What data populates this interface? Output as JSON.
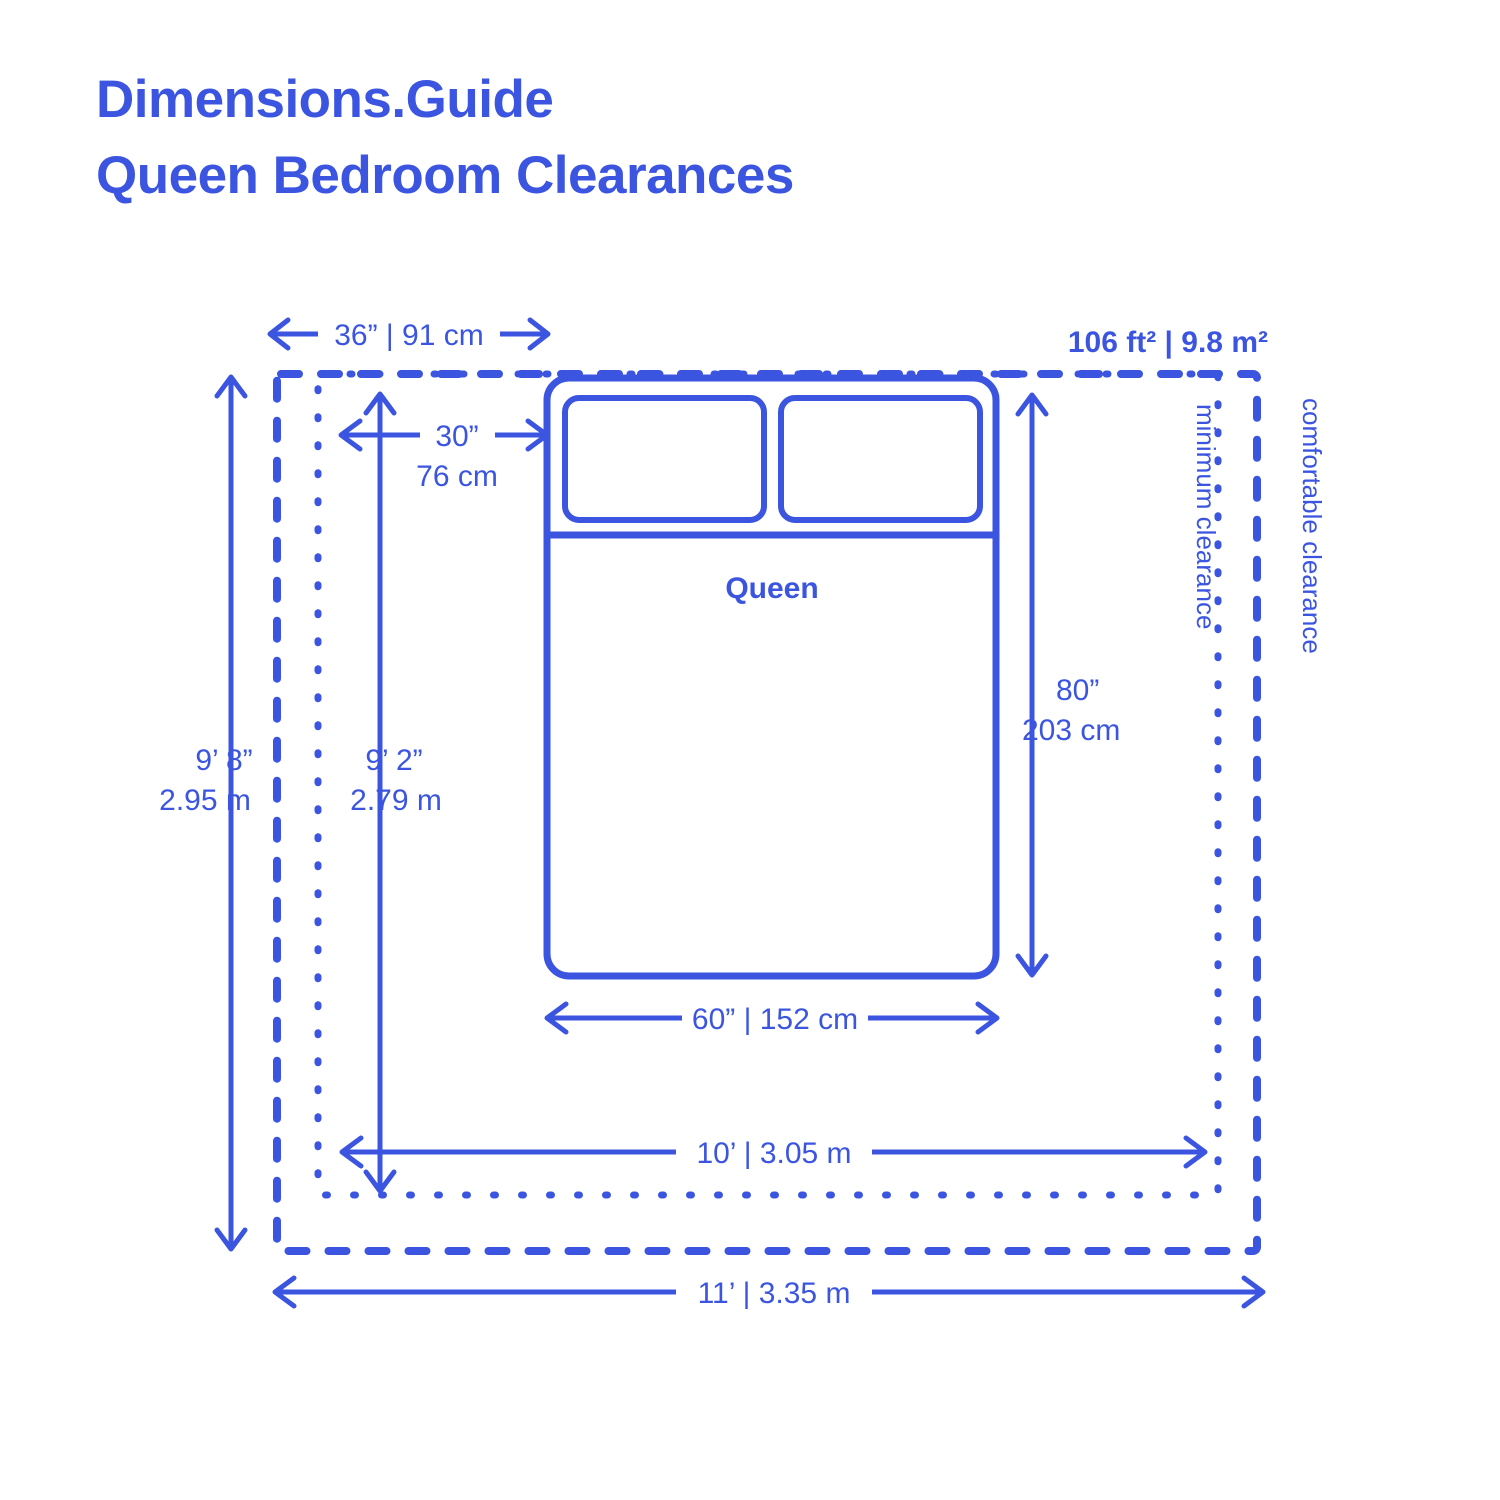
{
  "header": {
    "brand": "Dimensions.Guide",
    "title": "Queen Bedroom Clearances"
  },
  "accent_color": "#3b55e0",
  "background_color": "#ffffff",
  "labels": {
    "area": "106 ft² | 9.8 m²",
    "bed_name": "Queen",
    "top_clearance": "← 36” | 91 cm →",
    "top_clearance_value": "36” | 91 cm",
    "side_clearance_in": "30”",
    "side_clearance_cm": "76 cm",
    "bed_length_in": "80”",
    "bed_length_cm": "203 cm",
    "bed_width": "60” | 152 cm",
    "room_height_outer_ft": "9’ 8”",
    "room_height_outer_m": "2.95 m",
    "room_height_inner_ft": "9’ 2”",
    "room_height_inner_m": "2.79 m",
    "room_width_inner": "10’ | 3.05 m",
    "room_width_outer": "11’ | 3.35 m",
    "minimum_clearance": "minimum clearance",
    "comfortable_clearance": "comfortable clearance"
  },
  "chart_data": {
    "type": "diagram",
    "title": "Queen Bedroom Clearances",
    "subject": "Queen bed floor plan with minimum and comfortable room clearances",
    "units": "imperial and metric",
    "area": {
      "imperial": "106 ft²",
      "metric": "9.8 m²"
    },
    "bed": {
      "name": "Queen",
      "width": {
        "imperial": "60”",
        "metric": "152 cm"
      },
      "length": {
        "imperial": "80”",
        "metric": "203 cm"
      }
    },
    "clearances": [
      {
        "name": "top clearance",
        "imperial": "36”",
        "metric": "91 cm"
      },
      {
        "name": "side clearance",
        "imperial": "30”",
        "metric": "76 cm"
      }
    ],
    "rooms": [
      {
        "name": "minimum clearance",
        "style": "inner dashed rectangle",
        "width": {
          "imperial": "10’",
          "metric": "3.05 m"
        },
        "height": {
          "imperial": "9’ 2”",
          "metric": "2.79 m"
        }
      },
      {
        "name": "comfortable clearance",
        "style": "outer dashed rectangle",
        "width": {
          "imperial": "11’",
          "metric": "3.35 m"
        },
        "height": {
          "imperial": "9’ 8”",
          "metric": "2.95 m"
        }
      }
    ]
  }
}
